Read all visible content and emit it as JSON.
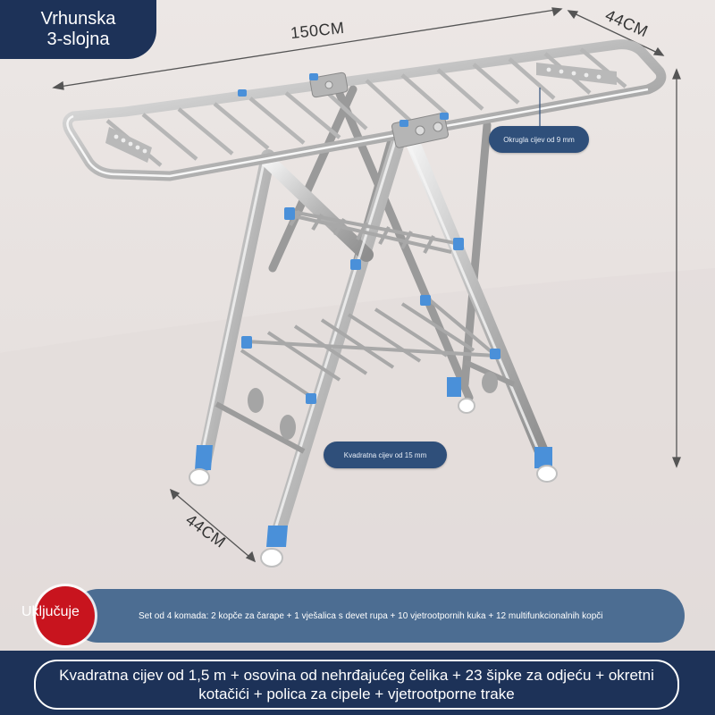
{
  "badge": {
    "line1": "Vrhunska",
    "line2": "3-slojna"
  },
  "dimensions": {
    "top_width": "150CM",
    "top_depth": "44CM",
    "bottom_depth": "44CM"
  },
  "callouts": {
    "round_tube": "Okrugla cijev od 9 mm",
    "square_tube": "Kvadratna cijev od 15 mm"
  },
  "includes": {
    "label": "Uključuje",
    "text": "Set od 4 komada: 2 kopče za čarape + 1 vješalica s devet rupa + 10 vjetrootpornih kuka + 12 multifunkcionalnih kopči"
  },
  "footer": {
    "text": "Kvadratna cijev od 1,5 m + osovina od nehrđajućeg čelika + 23 šipke za odjeću + okretni kotačići + polica za cipele + vjetrootporne trake"
  },
  "colors": {
    "navy": "#1d3258",
    "steel_blue": "#4c6d92",
    "callout_blue": "#2f4f7a",
    "red": "#c8141e",
    "joint_blue": "#4a90d9",
    "background": "#e9e4e2"
  }
}
